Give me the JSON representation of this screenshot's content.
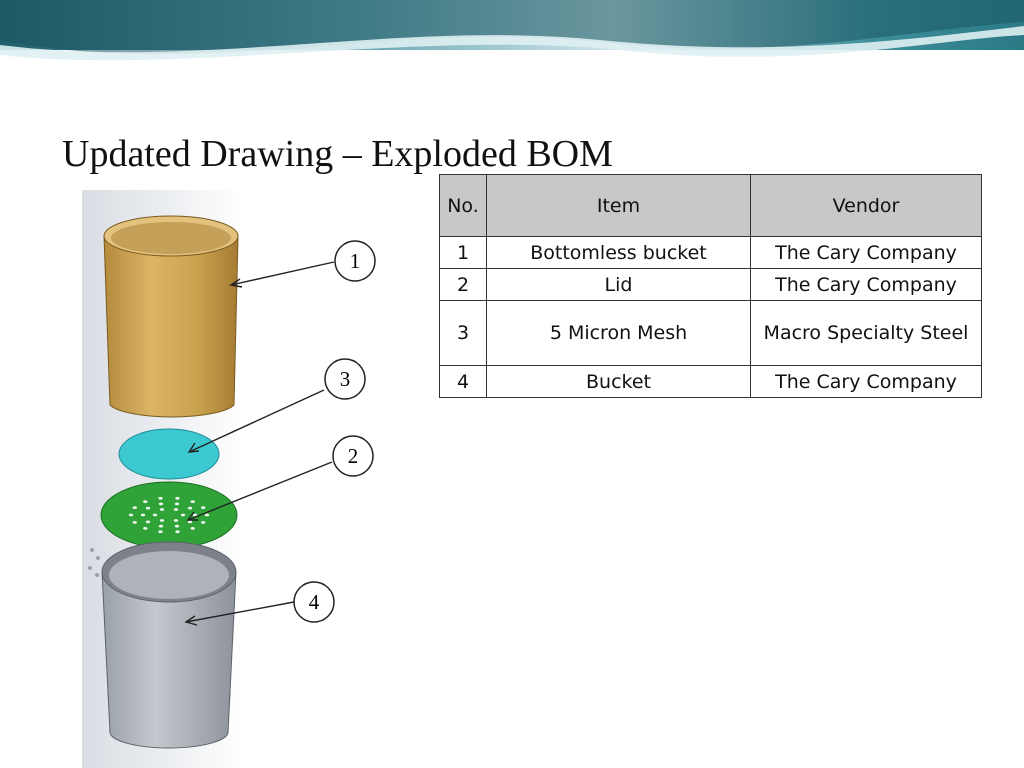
{
  "slide": {
    "title": "Updated Drawing – Exploded BOM"
  },
  "bom_table": {
    "headers": [
      "No.",
      "Item",
      "Vendor"
    ],
    "rows": [
      [
        "1",
        "Bottomless bucket",
        "The Cary Company"
      ],
      [
        "2",
        "Lid",
        "The Cary Company"
      ],
      [
        "3",
        "5 Micron Mesh",
        "Macro Specialty Steel"
      ],
      [
        "4",
        "Bucket",
        "The Cary Company"
      ]
    ]
  },
  "drawing": {
    "callouts": [
      "1",
      "3",
      "2",
      "4"
    ],
    "colors": {
      "bottomless_bucket": "#c9a24e",
      "mesh": "#3cc8d0",
      "lid": "#2fa337",
      "bucket": "#a9adb5",
      "banner_teal": "#2e7f8c"
    }
  }
}
